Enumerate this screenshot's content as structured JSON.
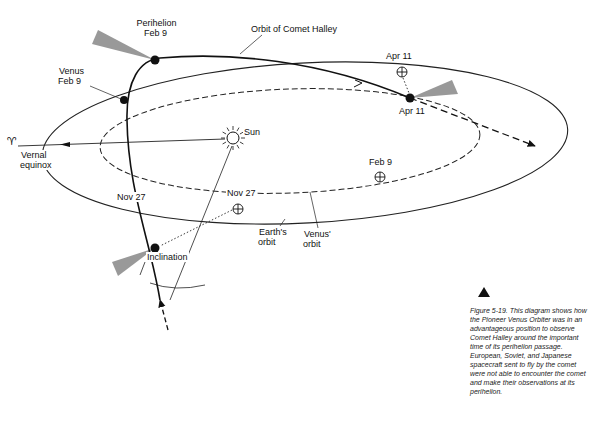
{
  "diagram": {
    "caption": "Figure 5-19. This diagram shows how the Pioneer Venus Orbiter was in an advantageous position to observe Comet Halley around the important time of its perihelion passage. European, Soviet, and Japanese spacecraft sent to fly by the comet were not able to encounter the comet and make their observations at its perihelion.",
    "labels": [
      "Perihelion Feb 9",
      "Orbit of Comet Halley",
      "Venus Feb 9",
      "Sun",
      "♈",
      "Vernal equinox",
      "Nov 27",
      "Nov 27",
      "Inclination",
      "Earth's orbit",
      "Venus' orbit",
      "Feb 9",
      "Apr 11",
      "Apr 11"
    ]
  }
}
